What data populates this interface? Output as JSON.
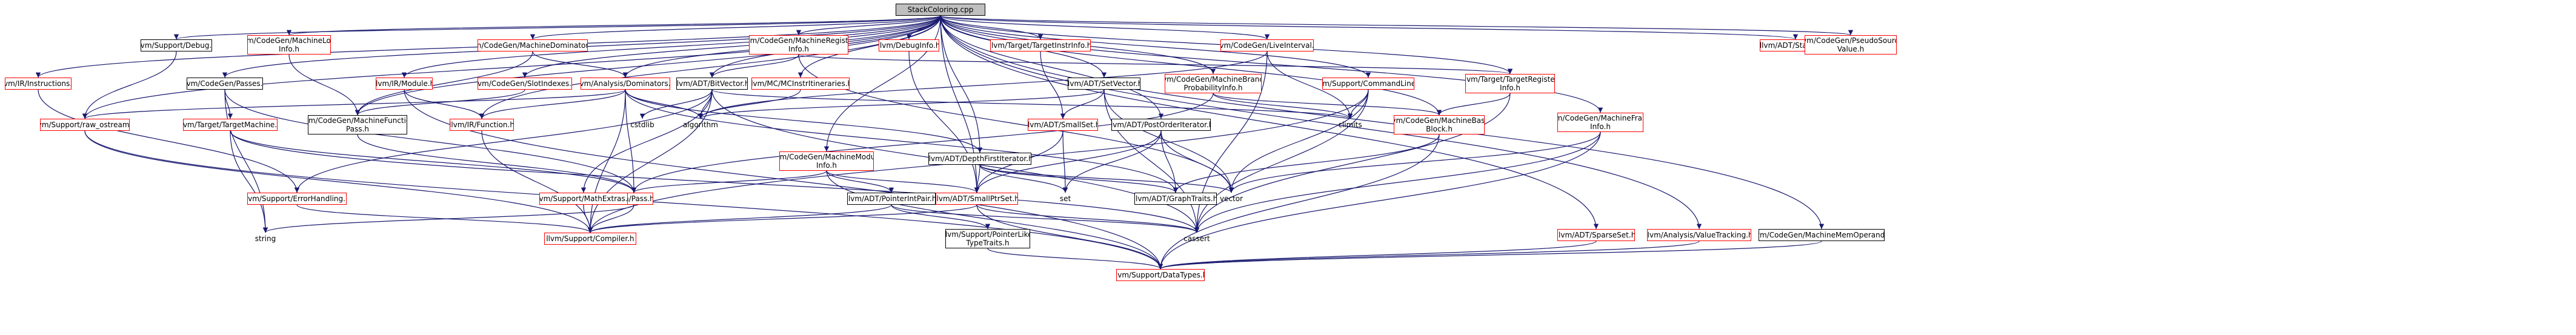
{
  "colors": {
    "edge": "#191970",
    "node_border_linked": "#ff0000",
    "node_border_plain": "#000000",
    "root_fill": "#bfbfbf"
  },
  "nodes": [
    {
      "id": "root",
      "label": "StackColoring.cpp",
      "style": "root"
    },
    {
      "id": "ir_instructions",
      "label": "llvm/IR/Instructions.h",
      "style": "red"
    },
    {
      "id": "support_debug",
      "label": "llvm/Support/Debug.h",
      "style": "black"
    },
    {
      "id": "codegen_machineloopinfo",
      "label": "llvm/CodeGen/MachineLoop\nInfo.h",
      "style": "red"
    },
    {
      "id": "codegen_passes",
      "label": "llvm/CodeGen/Passes.h",
      "style": "black"
    },
    {
      "id": "ir_module",
      "label": "llvm/IR/Module.h",
      "style": "red"
    },
    {
      "id": "codegen_machinedominators",
      "label": "llvm/CodeGen/MachineDominators.h",
      "style": "red"
    },
    {
      "id": "codegen_slotindexes",
      "label": "llvm/CodeGen/SlotIndexes.h",
      "style": "red"
    },
    {
      "id": "analysis_dominators",
      "label": "llvm/Analysis/Dominators.h",
      "style": "red"
    },
    {
      "id": "codegen_machineregisterinfo",
      "label": "llvm/CodeGen/MachineRegister\nInfo.h",
      "style": "red"
    },
    {
      "id": "adt_bitvector",
      "label": "llvm/ADT/BitVector.h",
      "style": "black"
    },
    {
      "id": "mc_mcinstrItineraries",
      "label": "llvm/MC/MCInstrItineraries.h",
      "style": "red"
    },
    {
      "id": "debuginfo",
      "label": "llvm/DebugInfo.h",
      "style": "red"
    },
    {
      "id": "target_targetinstrinfo",
      "label": "llvm/Target/TargetInstrInfo.h",
      "style": "red"
    },
    {
      "id": "adt_setvector",
      "label": "llvm/ADT/SetVector.h",
      "style": "black"
    },
    {
      "id": "codegen_liveinterval",
      "label": "llvm/CodeGen/LiveInterval.h",
      "style": "red"
    },
    {
      "id": "codegen_machinebranchprob",
      "label": "llvm/CodeGen/MachineBranch\nProbabilityInfo.h",
      "style": "red"
    },
    {
      "id": "support_commandline",
      "label": "llvm/Support/CommandLine.h",
      "style": "red"
    },
    {
      "id": "target_targetregisterinfo",
      "label": "llvm/Target/TargetRegister\nInfo.h",
      "style": "red"
    },
    {
      "id": "codegen_machineframeinfo",
      "label": "llvm/CodeGen/MachineFrame\nInfo.h",
      "style": "red"
    },
    {
      "id": "adt_statistic",
      "label": "llvm/ADT/Statistic.h",
      "style": "red"
    },
    {
      "id": "codegen_pseudosourcevalue",
      "label": "llvm/CodeGen/PseudoSource\nValue.h",
      "style": "red"
    },
    {
      "id": "support_raw_ostream",
      "label": "llvm/Support/raw_ostream.h",
      "style": "red"
    },
    {
      "id": "target_targetmachine",
      "label": "llvm/Target/TargetMachine.h",
      "style": "red"
    },
    {
      "id": "codegen_machinefunctionpass",
      "label": "llvm/CodeGen/MachineFunction\nPass.h",
      "style": "black"
    },
    {
      "id": "ir_function",
      "label": "llvm/IR/Function.h",
      "style": "red"
    },
    {
      "id": "cstdlib",
      "label": "cstdlib",
      "style": "gray"
    },
    {
      "id": "algorithm",
      "label": "algorithm",
      "style": "gray"
    },
    {
      "id": "adt_depthfirstiterator",
      "label": "llvm/ADT/DepthFirstIterator.h",
      "style": "black"
    },
    {
      "id": "adt_smallset",
      "label": "llvm/ADT/SmallSet.h",
      "style": "red"
    },
    {
      "id": "adt_postorderiterator",
      "label": "llvm/ADT/PostOrderIterator.h",
      "style": "black"
    },
    {
      "id": "climits",
      "label": "climits",
      "style": "gray"
    },
    {
      "id": "codegen_machinebasicblock",
      "label": "llvm/CodeGen/MachineBasic\nBlock.h",
      "style": "red"
    },
    {
      "id": "codegen_machinemoduleinfo",
      "label": "llvm/CodeGen/MachineModule\nInfo.h",
      "style": "red"
    },
    {
      "id": "pass",
      "label": "llvm/Pass.h",
      "style": "red"
    },
    {
      "id": "support_errorhandling",
      "label": "llvm/Support/ErrorHandling.h",
      "style": "red"
    },
    {
      "id": "support_mathextras",
      "label": "llvm/Support/MathExtras.h",
      "style": "red"
    },
    {
      "id": "adt_pointerintpair",
      "label": "llvm/ADT/PointerIntPair.h",
      "style": "black"
    },
    {
      "id": "adt_smallptrset",
      "label": "llvm/ADT/SmallPtrSet.h",
      "style": "red"
    },
    {
      "id": "set",
      "label": "set",
      "style": "gray"
    },
    {
      "id": "adt_graphtraits",
      "label": "llvm/ADT/GraphTraits.h",
      "style": "black"
    },
    {
      "id": "vector",
      "label": "vector",
      "style": "gray"
    },
    {
      "id": "string",
      "label": "string",
      "style": "gray"
    },
    {
      "id": "support_compiler",
      "label": "llvm/Support/Compiler.h",
      "style": "red"
    },
    {
      "id": "support_pointerliketypetraits",
      "label": "llvm/Support/PointerLike\nTypeTraits.h",
      "style": "black"
    },
    {
      "id": "cassert",
      "label": "cassert",
      "style": "gray"
    },
    {
      "id": "adt_sparseset",
      "label": "llvm/ADT/SparseSet.h",
      "style": "red"
    },
    {
      "id": "analysis_valuetracking",
      "label": "llvm/Analysis/ValueTracking.h",
      "style": "red"
    },
    {
      "id": "codegen_machinememoperand",
      "label": "llvm/CodeGen/MachineMemOperand.h",
      "style": "black"
    },
    {
      "id": "support_datatypes",
      "label": "llvm/Support/DataTypes.h",
      "style": "red"
    }
  ],
  "edges": [
    [
      "root",
      "ir_instructions"
    ],
    [
      "root",
      "support_debug"
    ],
    [
      "root",
      "codegen_machineloopinfo"
    ],
    [
      "root",
      "codegen_passes"
    ],
    [
      "root",
      "ir_module"
    ],
    [
      "root",
      "codegen_machinedominators"
    ],
    [
      "root",
      "codegen_slotindexes"
    ],
    [
      "root",
      "analysis_dominators"
    ],
    [
      "root",
      "codegen_machineregisterinfo"
    ],
    [
      "root",
      "adt_bitvector"
    ],
    [
      "root",
      "mc_mcinstrItineraries"
    ],
    [
      "root",
      "debuginfo"
    ],
    [
      "root",
      "target_targetinstrinfo"
    ],
    [
      "root",
      "adt_setvector"
    ],
    [
      "root",
      "codegen_liveinterval"
    ],
    [
      "root",
      "codegen_machinebranchprob"
    ],
    [
      "root",
      "support_commandline"
    ],
    [
      "root",
      "target_targetregisterinfo"
    ],
    [
      "root",
      "codegen_machineframeinfo"
    ],
    [
      "root",
      "adt_statistic"
    ],
    [
      "root",
      "codegen_pseudosourcevalue"
    ],
    [
      "root",
      "support_raw_ostream"
    ],
    [
      "root",
      "codegen_machinefunctionpass"
    ],
    [
      "root",
      "ir_function"
    ],
    [
      "root",
      "adt_depthfirstiterator"
    ],
    [
      "root",
      "adt_postorderiterator"
    ],
    [
      "root",
      "codegen_machinemoduleinfo"
    ],
    [
      "root",
      "adt_smallptrset"
    ],
    [
      "root",
      "adt_sparseset"
    ],
    [
      "root",
      "analysis_valuetracking"
    ],
    [
      "root",
      "codegen_machinememoperand"
    ],
    [
      "root",
      "codegen_machinebasicblock"
    ],
    [
      "ir_instructions",
      "support_errorhandling"
    ],
    [
      "support_debug",
      "support_raw_ostream"
    ],
    [
      "codegen_machineloopinfo",
      "codegen_machinefunctionpass"
    ],
    [
      "codegen_passes",
      "target_targetmachine"
    ],
    [
      "codegen_passes",
      "pass"
    ],
    [
      "codegen_passes",
      "string"
    ],
    [
      "ir_module",
      "ir_function"
    ],
    [
      "ir_module",
      "support_datatypes"
    ],
    [
      "codegen_machinedominators",
      "codegen_machinefunctionpass"
    ],
    [
      "codegen_machinedominators",
      "analysis_dominators"
    ],
    [
      "codegen_slotindexes",
      "codegen_machinefunctionpass"
    ],
    [
      "analysis_dominators",
      "ir_function"
    ],
    [
      "analysis_dominators",
      "pass"
    ],
    [
      "analysis_dominators",
      "algorithm"
    ],
    [
      "analysis_dominators",
      "adt_depthfirstiterator"
    ],
    [
      "analysis_dominators",
      "support_raw_ostream"
    ],
    [
      "analysis_dominators",
      "support_compiler"
    ],
    [
      "analysis_dominators",
      "adt_graphtraits"
    ],
    [
      "codegen_machineregisterinfo",
      "adt_bitvector"
    ],
    [
      "codegen_machineregisterinfo",
      "target_targetregisterinfo"
    ],
    [
      "codegen_machineregisterinfo",
      "vector"
    ],
    [
      "adt_bitvector",
      "cstdlib"
    ],
    [
      "adt_bitvector",
      "algorithm"
    ],
    [
      "adt_bitvector",
      "climits"
    ],
    [
      "adt_bitvector",
      "support_errorhandling"
    ],
    [
      "adt_bitvector",
      "support_mathextras"
    ],
    [
      "adt_bitvector",
      "support_compiler"
    ],
    [
      "adt_bitvector",
      "cassert"
    ],
    [
      "mc_mcinstrItineraries",
      "algorithm"
    ],
    [
      "debuginfo",
      "adt_smallptrset"
    ],
    [
      "target_targetinstrinfo",
      "adt_smallset"
    ],
    [
      "adt_setvector",
      "algorithm"
    ],
    [
      "adt_setvector",
      "adt_smallset"
    ],
    [
      "adt_setvector",
      "vector"
    ],
    [
      "adt_setvector",
      "cassert"
    ],
    [
      "codegen_liveinterval",
      "algorithm"
    ],
    [
      "codegen_liveinterval",
      "climits"
    ],
    [
      "codegen_liveinterval",
      "cassert"
    ],
    [
      "codegen_machinebranchprob",
      "codegen_machinebasicblock"
    ],
    [
      "codegen_machinebranchprob",
      "climits"
    ],
    [
      "codegen_machinebranchprob",
      "pass"
    ],
    [
      "support_commandline",
      "support_compiler"
    ],
    [
      "support_commandline",
      "climits"
    ],
    [
      "support_commandline",
      "vector"
    ],
    [
      "support_commandline",
      "cassert"
    ],
    [
      "target_targetregisterinfo",
      "codegen_machinebasicblock"
    ],
    [
      "target_targetregisterinfo",
      "cassert"
    ],
    [
      "codegen_machineframeinfo",
      "vector"
    ],
    [
      "codegen_machineframeinfo",
      "cassert"
    ],
    [
      "codegen_machineframeinfo",
      "support_datatypes"
    ],
    [
      "support_raw_ostream",
      "support_compiler"
    ],
    [
      "support_raw_ostream",
      "support_datatypes"
    ],
    [
      "target_targetmachine",
      "pass"
    ],
    [
      "target_targetmachine",
      "string"
    ],
    [
      "target_targetmachine",
      "cassert"
    ],
    [
      "codegen_machinefunctionpass",
      "pass"
    ],
    [
      "ir_function",
      "support_compiler"
    ],
    [
      "adt_depthfirstiterator",
      "adt_smallptrset"
    ],
    [
      "adt_depthfirstiterator",
      "adt_graphtraits"
    ],
    [
      "adt_depthfirstiterator",
      "set"
    ],
    [
      "adt_depthfirstiterator",
      "vector"
    ],
    [
      "adt_smallset",
      "adt_smallptrset"
    ],
    [
      "adt_smallset",
      "set"
    ],
    [
      "adt_postorderiterator",
      "adt_smallptrset"
    ],
    [
      "adt_postorderiterator",
      "adt_graphtraits"
    ],
    [
      "adt_postorderiterator",
      "set"
    ],
    [
      "adt_postorderiterator",
      "vector"
    ],
    [
      "codegen_machinebasicblock",
      "adt_graphtraits"
    ],
    [
      "codegen_machinebasicblock",
      "support_datatypes"
    ],
    [
      "codegen_machinemoduleinfo",
      "pass"
    ],
    [
      "codegen_machinemoduleinfo",
      "adt_pointerintpair"
    ],
    [
      "codegen_machinemoduleinfo",
      "adt_smallptrset"
    ],
    [
      "codegen_machinemoduleinfo",
      "support_datatypes"
    ],
    [
      "pass",
      "string"
    ],
    [
      "pass",
      "support_compiler"
    ],
    [
      "support_errorhandling",
      "support_compiler"
    ],
    [
      "support_mathextras",
      "support_compiler"
    ],
    [
      "adt_pointerintpair",
      "support_pointerliketypetraits"
    ],
    [
      "adt_pointerintpair",
      "cassert"
    ],
    [
      "adt_pointerintpair",
      "support_compiler"
    ],
    [
      "adt_smallptrset",
      "support_compiler"
    ],
    [
      "adt_smallptrset",
      "cassert"
    ],
    [
      "adt_smallptrset",
      "support_datatypes"
    ],
    [
      "support_pointerliketypetraits",
      "support_datatypes"
    ],
    [
      "adt_sparseset",
      "support_datatypes"
    ],
    [
      "analysis_valuetracking",
      "support_datatypes"
    ],
    [
      "codegen_machinememoperand",
      "support_datatypes"
    ]
  ]
}
